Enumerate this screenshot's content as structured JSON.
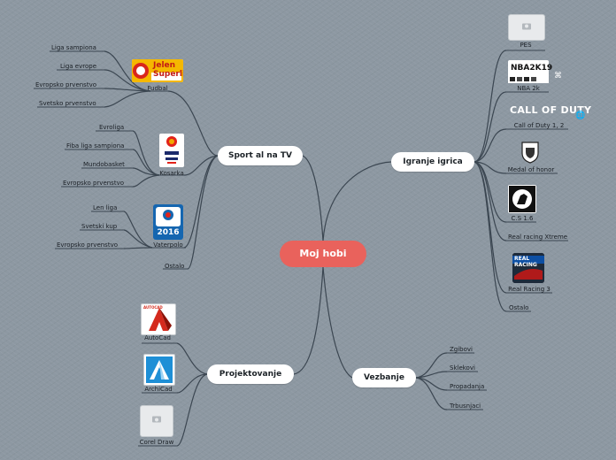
{
  "central": "Moj hobi",
  "branches": {
    "sport": "Sport al na TV",
    "igrice": "Igranje igrica",
    "projektovanje": "Projektovanje",
    "vezbanje": "Vezbanje"
  },
  "sport": {
    "fudbal": {
      "label": "Fudbal",
      "children": [
        "Liga sampiona",
        "Liga evrope",
        "Evropsko prvenstvo",
        "Svetsko prvenstvo"
      ],
      "logo": "Jelen Superliga"
    },
    "kosarka": {
      "label": "Kosarka",
      "children": [
        "Evroliga",
        "Fiba liga sampiona",
        "Mundobasket",
        "Evropsko prvenstvo"
      ],
      "logo": "FIBA World Cup"
    },
    "vaterpolo": {
      "label": "Vaterpolo",
      "children": [
        "Len liga",
        "Svetski kup",
        "Evropsko prvenstvo"
      ],
      "logo": "Belgrade 2016"
    },
    "ostalo": "Ostalo"
  },
  "igrice": {
    "items": [
      "PES",
      "NBA 2k",
      "Call of Duty 1, 2",
      "Medal of honor",
      "C.S 1.6",
      "Real racing Xtreme",
      "Real Racing 3",
      "Ostalo"
    ],
    "logos": {
      "nba": "NBA2K19",
      "cod": "CALL OF DUTY",
      "rr": "REAL RACING"
    }
  },
  "projektovanje": {
    "items": [
      "AutoCad",
      "ArchiCad",
      "Corel Draw"
    ],
    "logo_autocad": "AUTOCAD"
  },
  "vezbanje": {
    "items": [
      "Zgibovi",
      "Sklekovi",
      "Propadanja",
      "Trbusnjaci"
    ]
  },
  "colors": {
    "line": "#3b4651",
    "central": "#e9625c",
    "accent_logo": "#f2a900"
  },
  "icons": {
    "link": "link-icon",
    "globe": "globe-icon",
    "photo": "photo-placeholder-icon"
  }
}
